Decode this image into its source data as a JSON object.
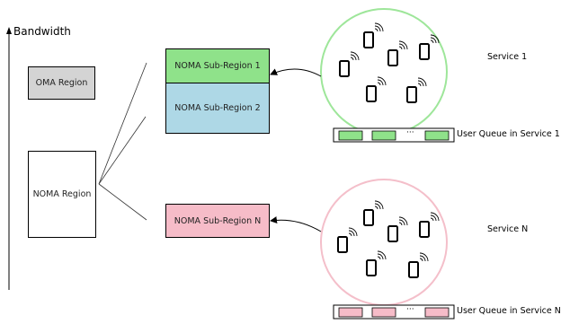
{
  "axis_label": "Bandwidth",
  "regions": {
    "oma": "OMA Region",
    "noma": "NOMA Region"
  },
  "subregions": {
    "sub1": "NOMA Sub-Region 1",
    "sub2": "NOMA Sub-Region 2",
    "subN": "NOMA Sub-Region N"
  },
  "services": {
    "service1": {
      "label": "Service 1",
      "queue_label": "User Queue in Service 1",
      "queue_ellipsis": "···"
    },
    "serviceN": {
      "label": "Service N",
      "queue_label": "User Queue in Service N",
      "queue_ellipsis": "···"
    }
  },
  "colors": {
    "oma_fill": "#d4d4d4",
    "noma_fill": "#ffffff",
    "sub1_fill": "#8fe28a",
    "sub2_fill": "#aed8e6",
    "subN_fill": "#f6bcc8",
    "service1_ring": "#9ee69a",
    "serviceN_ring": "#f4bfca",
    "queue1_slot": "#8fe28a",
    "queueN_slot": "#f6bcc8"
  },
  "icons": {
    "phone": "smartphone-icon",
    "signal": "wireless-signal-icon"
  }
}
